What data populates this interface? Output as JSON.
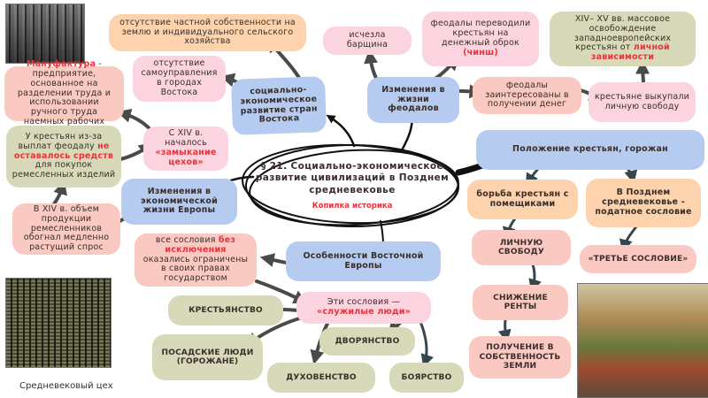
{
  "title": {
    "main": "§ 21. Социально-экономическое развитие цивилизаций в Позднем средневековье",
    "subtitle": "Копилка историка"
  },
  "nodes": {
    "east_dev": "социально-экономическое развитие стран Востока",
    "no_private_property": "отсутствие частной собственности на землю и индивидуального сельского хозяйства",
    "no_self_government": "отсутствие самоуправления в городах Востока",
    "feudal_changes": "Изменения в жизни феодалов",
    "corvee_gone": "исчезла барщина",
    "money_rent": {
      "text": "феодалы переводили крестьян на денежный оброк",
      "highlight": "(чинш)"
    },
    "interested_money": "феодалы заинтересованы в получении денег",
    "bought_freedom": "крестьяне выкупали личную свободу",
    "liberation": {
      "text": "XIV– XV вв. массовое освобождение западноевропейских крестьян от",
      "highlight": "личной зависимости"
    },
    "manufactory": {
      "highlight": "Мануфактура",
      "text": "- предприятие, основанное на разделении труда и использовании ручного труда наемных рабочих"
    },
    "guild_closing": {
      "text": "С XIV в. началось",
      "highlight": "«замыкание цехов»"
    },
    "no_funds": {
      "text_before": "У крестьян из-за выплат феодалу",
      "highlight": "не оставалось средств",
      "text_after": "для покупок ремесленных изделий"
    },
    "europe_econ": "Изменения в экономической жизни Европы",
    "output_grew": "В XIV в. объем продукции ремесленников обогнал медленно растущий спрос",
    "peasant_position": "Положение крестьян, горожан",
    "struggle": "борьба крестьян с помещиками",
    "taxable_estate": "В Позднем средневековье - податное сословие",
    "personal_freedom": "ЛИЧНУЮ СВОБОДУ",
    "third_estate": "«ТРЕТЬЕ СОСЛОВИЕ»",
    "rent_reduction": "СНИЖЕНИЕ РЕНТЫ",
    "land_ownership": "ПОЛУЧЕНИЕ В СОБСТВЕННОСТЬ ЗЕМЛИ",
    "eastern_europe": "Особенности Восточной Европы",
    "all_estates": {
      "text_before": "все сословия",
      "highlight": "без исключения",
      "text_after": "оказались ограничены в своих правах государством"
    },
    "serving_people": {
      "text": "Эти сословия —",
      "highlight": "«служилые люди»"
    },
    "peasantry": "КРЕСТЬЯНСТВО",
    "townspeople": "ПОСАДСКИЕ ЛЮДИ (ГОРОЖАНЕ)",
    "nobility": "ДВОРЯНСТВО",
    "clergy": "ДУХОВЕНСТВО",
    "boyars": "БОЯРСТВО"
  },
  "images": {
    "workshop_caption": "Средневековый цех"
  },
  "colors": {
    "highlight": "#e8333a",
    "blue": "#b6cbf0",
    "pink": "#fbd4df",
    "orange": "#fcd3ac",
    "salmon": "#f9c9c2",
    "olive": "#d7d9b8"
  }
}
